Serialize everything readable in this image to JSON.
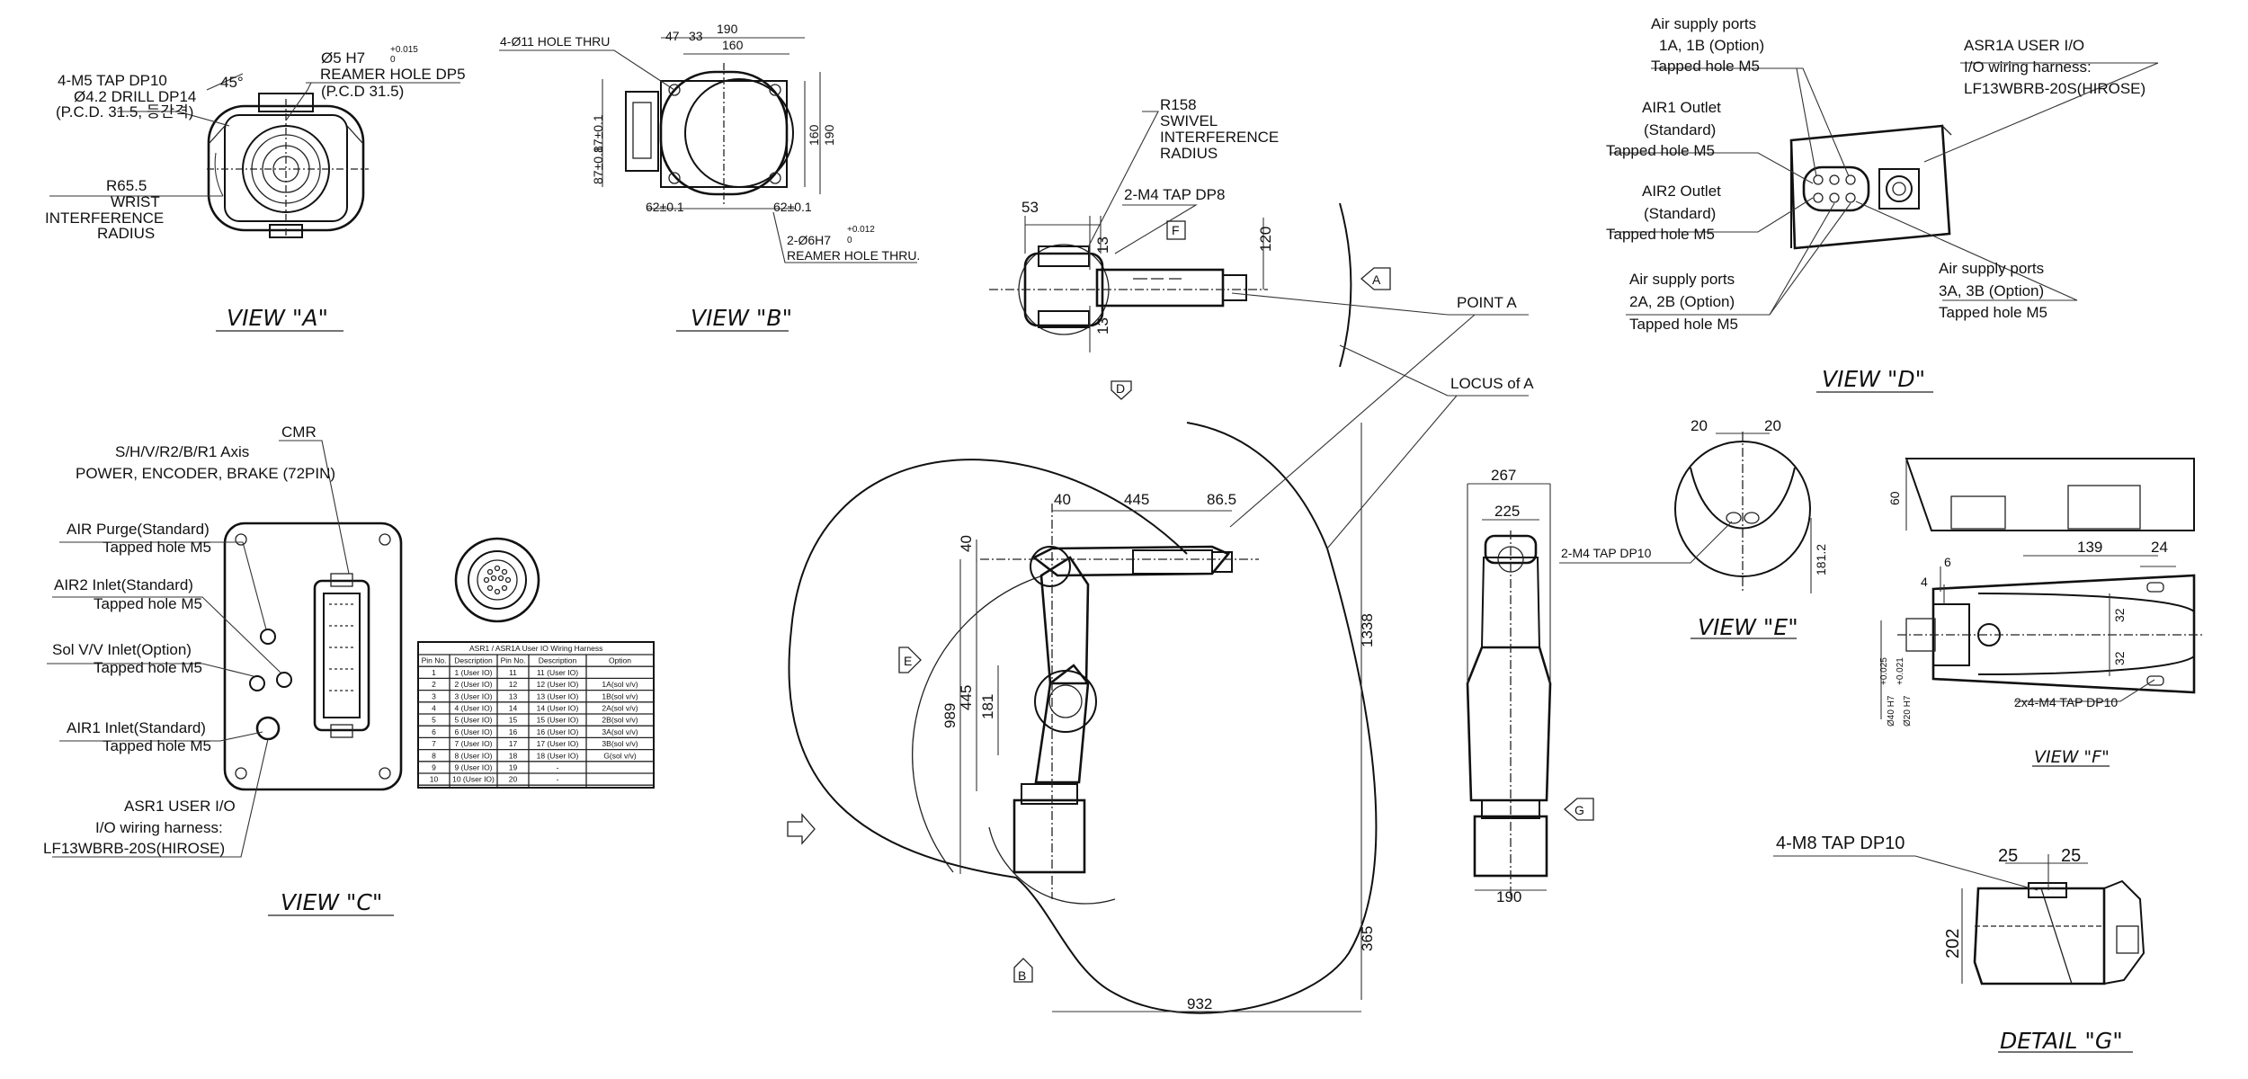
{
  "views": {
    "a": {
      "title": "VIEW \"A\"",
      "tap": "4-M5 TAP DP10",
      "drill": "Ø4.2 DRILL DP14",
      "pcd": "(P.C.D. 31.5, 등간격)",
      "reamer": "Ø5 H7",
      "reamer_tol": "+0.015",
      "reamer_tol0": "0",
      "reamer2": "REAMER HOLE DP5",
      "reamer_pcd": "(P.C.D 31.5)",
      "angle": "45°",
      "radius": "R65.5",
      "wrist1": "WRIST",
      "wrist2": "INTERFERENCE",
      "wrist3": "RADIUS"
    },
    "b": {
      "title": "VIEW \"B\"",
      "holes": "4-Ø11 HOLE THRU",
      "d47": "47",
      "d33": "33",
      "d190": "190",
      "d160": "160",
      "d87a": "87±0.1",
      "d87b": "87±0.1",
      "d160v": "160",
      "d190v": "190",
      "d62a": "62±0.1",
      "d62b": "62±0.1",
      "reamer": "2-Ø6H7",
      "reamer_tol": "+0.012",
      "reamer_tol0": "0",
      "reamer_thru": "REAMER HOLE THRU."
    },
    "top": {
      "r158": "R158",
      "swivel": "SWIVEL",
      "interf": "INTERFERENCE",
      "radius": "RADIUS",
      "tap": "2-M4 TAP DP8",
      "d53": "53",
      "d13a": "13",
      "d13b": "13",
      "d120": "120",
      "arrow_f": "F",
      "arrow_a": "A",
      "arrow_d": "D",
      "point_a": "POINT A",
      "locus": "LOCUS of A"
    },
    "side": {
      "d40": "40",
      "d445": "445",
      "d86": "86.5",
      "d40v": "40",
      "d445v": "445",
      "d181": "181",
      "d989": "989",
      "d1338": "1338",
      "d365": "365",
      "d932": "932",
      "arrow_e": "E",
      "arrow_b": "B"
    },
    "front": {
      "d267": "267",
      "d225": "225",
      "d190": "190",
      "arrow_g": "G"
    },
    "c": {
      "title": "VIEW \"C\"",
      "cmr": "CMR",
      "axis": "S/H/V/R2/B/R1 Axis",
      "power": "POWER, ENCODER, BRAKE (72PIN)",
      "purge1": "AIR Purge(Standard)",
      "purge2": "Tapped hole M5",
      "air2in1": "AIR2 Inlet(Standard)",
      "air2in2": "Tapped hole M5",
      "sol1": "Sol V/V Inlet(Option)",
      "sol2": "Tapped hole M5",
      "air1in1": "AIR1 Inlet(Standard)",
      "air1in2": "Tapped hole M5",
      "asr1": "ASR1 USER I/O",
      "asr2": "I/O wiring harness:",
      "asr3": "LF13WBRB-20S(HIROSE)"
    },
    "table": {
      "title": "ASR1 / ASR1A User IO Wiring Harness",
      "headers": [
        "Pin No.",
        "Description",
        "Pin No.",
        "Description",
        "Option"
      ],
      "rows": [
        [
          "1",
          "1 (User IO)",
          "11",
          "11 (User IO)",
          ""
        ],
        [
          "2",
          "2 (User IO)",
          "12",
          "12 (User IO)",
          "1A(sol v/v)"
        ],
        [
          "3",
          "3 (User IO)",
          "13",
          "13 (User IO)",
          "1B(sol v/v)"
        ],
        [
          "4",
          "4 (User IO)",
          "14",
          "14 (User IO)",
          "2A(sol v/v)"
        ],
        [
          "5",
          "5 (User IO)",
          "15",
          "15 (User IO)",
          "2B(sol v/v)"
        ],
        [
          "6",
          "6 (User IO)",
          "16",
          "16 (User IO)",
          "3A(sol v/v)"
        ],
        [
          "7",
          "7 (User IO)",
          "17",
          "17 (User IO)",
          "3B(sol v/v)"
        ],
        [
          "8",
          "8 (User IO)",
          "18",
          "18 (User IO)",
          "G(sol v/v)"
        ],
        [
          "9",
          "9 (User IO)",
          "19",
          "-",
          ""
        ],
        [
          "10",
          "10 (User IO)",
          "20",
          "-",
          ""
        ]
      ]
    },
    "d": {
      "title": "VIEW \"D\"",
      "sup1a": "Air supply ports",
      "sup1b": "1A, 1B (Option)",
      "sup1c": "Tapped hole M5",
      "asr1a": "ASR1A USER I/O",
      "asr1b": "I/O wiring harness:",
      "asr1c": "LF13WBRB-20S(HIROSE)",
      "air1a": "AIR1 Outlet",
      "air1b": "(Standard)",
      "air1c": "Tapped hole M5",
      "air2a": "AIR2 Outlet",
      "air2b": "(Standard)",
      "air2c": "Tapped hole M5",
      "sup2a": "Air supply ports",
      "sup2b": "2A, 2B (Option)",
      "sup2c": "Tapped hole M5",
      "sup3a": "Air supply ports",
      "sup3b": "3A, 3B (Option)",
      "sup3c": "Tapped hole M5"
    },
    "e": {
      "title": "VIEW \"E\"",
      "d20a": "20",
      "d20b": "20",
      "tap": "2-M4 TAP DP10",
      "d181": "181.2"
    },
    "f": {
      "title": "VIEW \"F\"",
      "d60": "60",
      "d139": "139",
      "d24": "24",
      "d6": "6",
      "d4": "4",
      "d32a": "32",
      "d32b": "32",
      "d40h7": "Ø40 H7",
      "d40tol": "+0.025",
      "d20h7": "Ø20 H7",
      "d20tol": "+0.021",
      "tap": "2x4-M4 TAP DP10"
    },
    "g": {
      "title": "DETAIL \"G\"",
      "tap": "4-M8 TAP DP10",
      "d25a": "25",
      "d25b": "25",
      "d202": "202"
    }
  }
}
